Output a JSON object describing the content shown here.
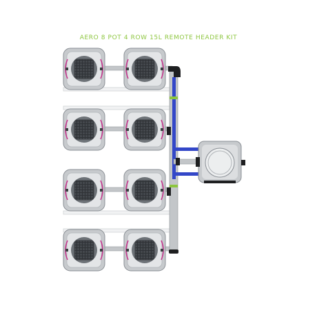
{
  "title": "AERO 8 POT 4 ROW 15L REMOTE HEADER KIT",
  "colors": {
    "title": "#8dc63f",
    "pot_body": "#c7cacd",
    "pot_edge": "#8a8f95",
    "pot_face": "#e3e5e7",
    "lid_dark": "#3c3f43",
    "lid_ring": "#6d7277",
    "bar_white": "#f1f2f3",
    "pink_tube": "#c4358d",
    "pipe_grey": "#b8bcc0",
    "pipe_green": "#8dc63f",
    "pipe_blue": "#3347c8",
    "pipe_black": "#1e1f21"
  },
  "pots": [
    {
      "id": "pot-row1-left"
    },
    {
      "id": "pot-row1-right"
    },
    {
      "id": "pot-row2-left"
    },
    {
      "id": "pot-row2-right"
    },
    {
      "id": "pot-row3-left"
    },
    {
      "id": "pot-row3-right"
    },
    {
      "id": "pot-row4-left"
    },
    {
      "id": "pot-row4-right"
    }
  ],
  "header_tank": {
    "id": "remote-header-tank"
  }
}
